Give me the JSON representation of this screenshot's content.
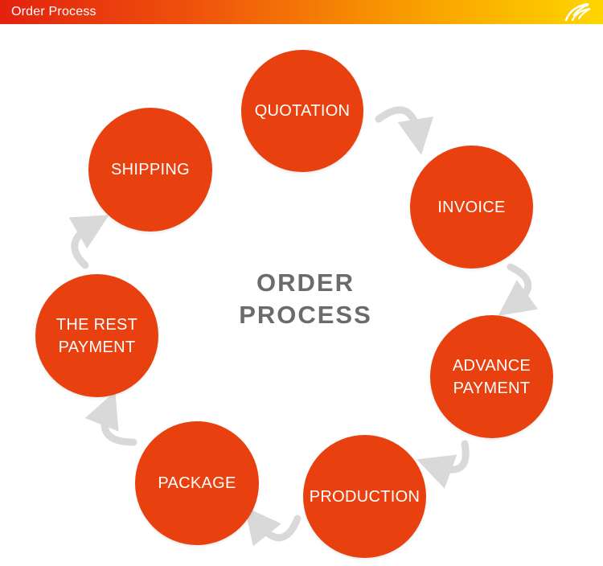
{
  "header": {
    "title": "Order Process",
    "gradient": [
      "#e3210f",
      "#f0570c",
      "#f9a100",
      "#fed600"
    ],
    "logo_icon": "swirl-logo-icon"
  },
  "center": {
    "title": "ORDER\nPROCESS"
  },
  "steps": [
    {
      "label": "QUOTATION"
    },
    {
      "label": "INVOICE"
    },
    {
      "label": "ADVANCE\nPAYMENT"
    },
    {
      "label": "PRODUCTION"
    },
    {
      "label": "PACKAGE"
    },
    {
      "label": "THE REST\nPAYMENT"
    },
    {
      "label": "SHIPPING"
    }
  ],
  "colors": {
    "node": "#e8400f",
    "arrow": "#d9d9d9",
    "center_text": "#6b6b6b"
  },
  "connector_icon": "curved-arrow-icon"
}
